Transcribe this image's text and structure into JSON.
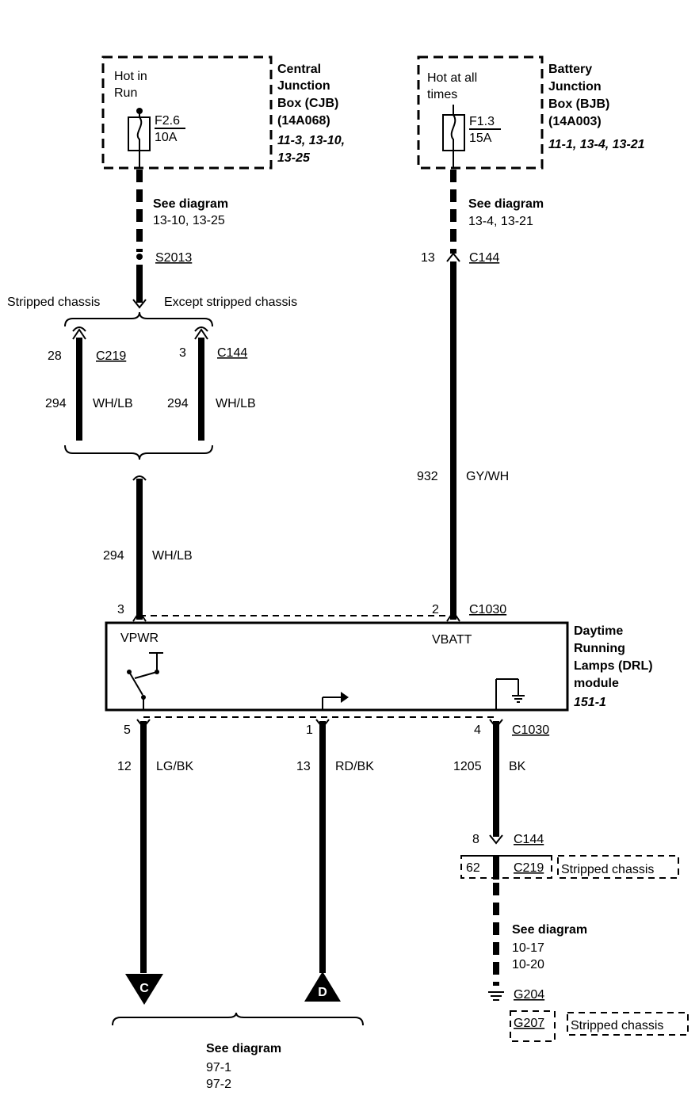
{
  "cjb": {
    "hot_label_1": "Hot in",
    "hot_label_2": "Run",
    "fuse_id": "F2.6",
    "fuse_rating": "10A",
    "name_1": "Central",
    "name_2": "Junction",
    "name_3": "Box (CJB)",
    "part": "(14A068)",
    "ref_1": "11-3, 13-10,",
    "ref_2": "13-25"
  },
  "bjb": {
    "hot_label_1": "Hot at all",
    "hot_label_2": "times",
    "fuse_id": "F1.3",
    "fuse_rating": "15A",
    "name_1": "Battery",
    "name_2": "Junction",
    "name_3": "Box (BJB)",
    "part": "(14A003)",
    "ref_1": "11-1, 13-4, 13-21"
  },
  "left_upper": {
    "see_title": "See diagram",
    "see_refs": "13-10, 13-25",
    "splice": "S2013",
    "stripped_label": "Stripped chassis",
    "except_label": "Except stripped chassis"
  },
  "right_upper": {
    "see_title": "See diagram",
    "see_refs": "13-4, 13-21",
    "pin": "13",
    "connector": "C144"
  },
  "branch_stripped": {
    "pin": "28",
    "connector": "C219",
    "circuit": "294",
    "color": "WH/LB"
  },
  "branch_except": {
    "pin": "3",
    "connector": "C144",
    "circuit": "294",
    "color": "WH/LB"
  },
  "left_mid": {
    "circuit": "294",
    "color": "WH/LB",
    "pin": "3"
  },
  "right_mid": {
    "circuit": "932",
    "color": "GY/WH",
    "pin": "2",
    "connector": "C1030"
  },
  "module": {
    "vpwr": "VPWR",
    "vbatt": "VBATT",
    "name_1": "Daytime",
    "name_2": "Running",
    "name_3": "Lamps (DRL)",
    "name_4": "module",
    "ref": "151-1"
  },
  "out_c": {
    "pin": "5",
    "circuit": "12",
    "color": "LG/BK",
    "marker": "C"
  },
  "out_d": {
    "pin": "1",
    "circuit": "13",
    "color": "RD/BK",
    "marker": "D"
  },
  "out_gnd": {
    "pin": "4",
    "connector": "C1030",
    "circuit": "1205",
    "color": "BK",
    "c144_pin": "8",
    "c144": "C144",
    "c219_pin": "62",
    "c219": "C219",
    "c219_note": "Stripped chassis",
    "see_title": "See diagram",
    "see_ref_1": "10-17",
    "see_ref_2": "10-20",
    "g204": "G204",
    "g207": "G207",
    "g207_note": "Stripped chassis"
  },
  "bottom": {
    "see_title": "See diagram",
    "ref_1": "97-1",
    "ref_2": "97-2"
  }
}
